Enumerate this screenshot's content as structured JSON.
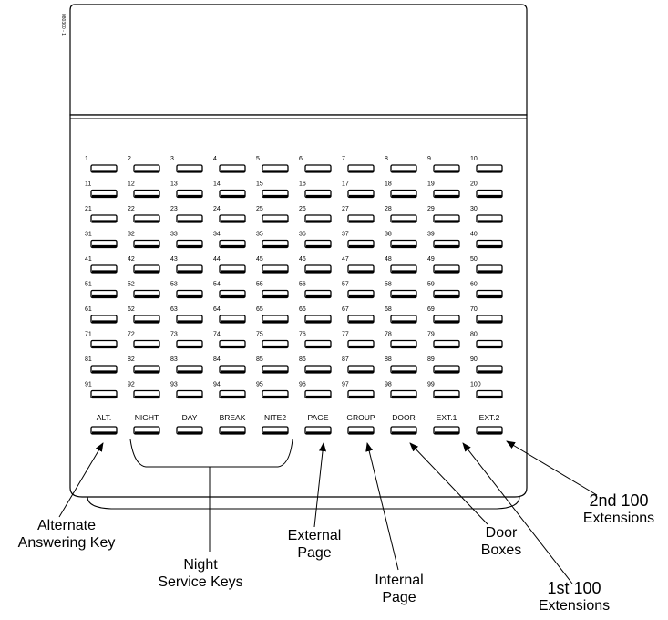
{
  "figure_id": "080300 - 1",
  "buttons": [
    "1",
    "2",
    "3",
    "4",
    "5",
    "6",
    "7",
    "8",
    "9",
    "10",
    "11",
    "12",
    "13",
    "14",
    "15",
    "16",
    "17",
    "18",
    "19",
    "20",
    "21",
    "22",
    "23",
    "24",
    "25",
    "26",
    "27",
    "28",
    "29",
    "30",
    "31",
    "32",
    "33",
    "34",
    "35",
    "36",
    "37",
    "38",
    "39",
    "40",
    "41",
    "42",
    "43",
    "44",
    "45",
    "46",
    "47",
    "48",
    "49",
    "50",
    "51",
    "52",
    "53",
    "54",
    "55",
    "56",
    "57",
    "58",
    "59",
    "60",
    "61",
    "62",
    "63",
    "64",
    "65",
    "66",
    "67",
    "68",
    "69",
    "70",
    "71",
    "72",
    "73",
    "74",
    "75",
    "76",
    "77",
    "78",
    "79",
    "80",
    "81",
    "82",
    "83",
    "84",
    "85",
    "86",
    "87",
    "88",
    "89",
    "90",
    "91",
    "92",
    "93",
    "94",
    "95",
    "96",
    "97",
    "98",
    "99",
    "100"
  ],
  "function_keys": [
    "ALT.",
    "NIGHT",
    "DAY",
    "BREAK",
    "NITE2",
    "PAGE",
    "GROUP",
    "DOOR",
    "EXT.1",
    "EXT.2"
  ],
  "callouts": {
    "alternate": [
      "Alternate",
      "Answering Key"
    ],
    "night": [
      "Night",
      "Service   Keys"
    ],
    "external": [
      "External",
      "Page"
    ],
    "internal": [
      "Internal",
      "Page"
    ],
    "door": [
      "Door",
      "Boxes"
    ],
    "first": [
      "1st  100",
      "Extensions"
    ],
    "second": [
      "2nd  100",
      "Extensions"
    ]
  }
}
